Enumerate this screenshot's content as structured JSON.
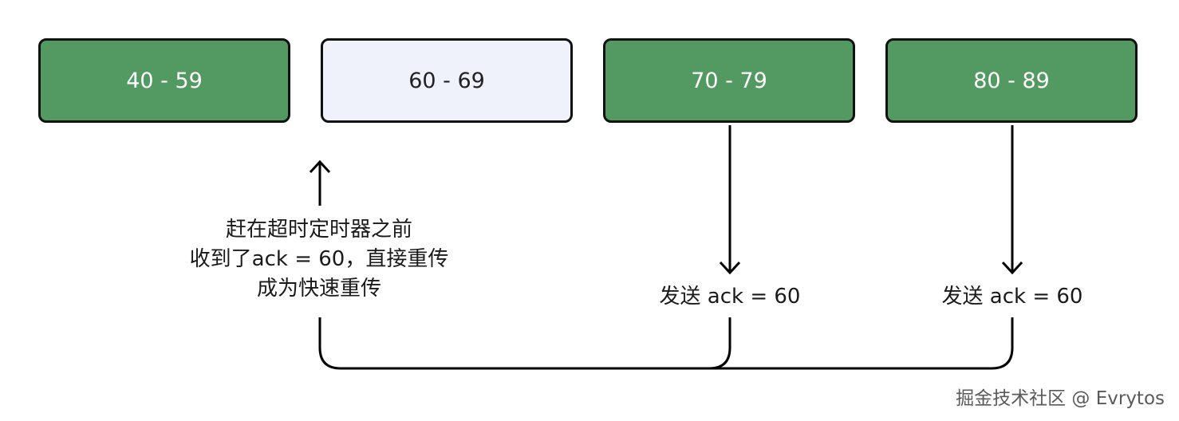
{
  "segments": [
    {
      "label": "40 - 59",
      "state": "acked",
      "color": "#529a62"
    },
    {
      "label": "60 - 69",
      "state": "lost",
      "color": "#eff2fb"
    },
    {
      "label": "70 - 79",
      "state": "acked",
      "color": "#529a62"
    },
    {
      "label": "80 - 89",
      "state": "acked",
      "color": "#529a62"
    }
  ],
  "note": {
    "line1": "赶在超时定时器之前",
    "line2": "收到了ack = 60，直接重传",
    "line3": "成为快速重传"
  },
  "ack_labels": [
    "发送 ack = 60",
    "发送 ack = 60"
  ],
  "watermark": "掘金技术社区 @ Evrytos"
}
